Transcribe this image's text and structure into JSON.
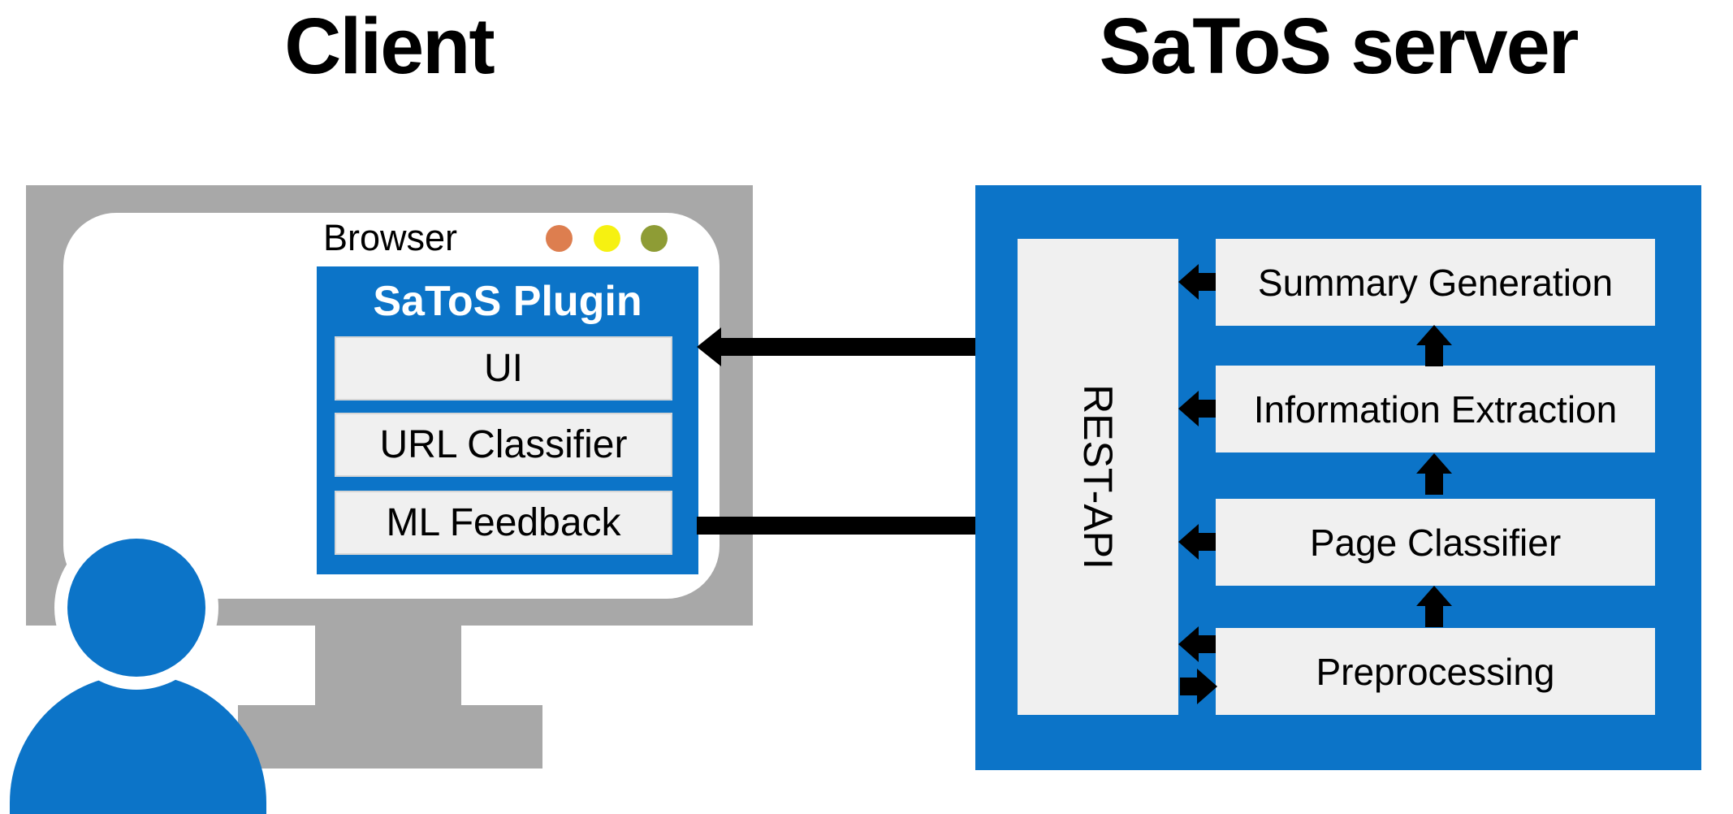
{
  "titles": {
    "client": "Client",
    "server": "SaToS server"
  },
  "client": {
    "browser_label": "Browser",
    "window_dots": [
      {
        "name": "window-control-dot-orange",
        "color": "#DD7E4F"
      },
      {
        "name": "window-control-dot-yellow",
        "color": "#F6F111"
      },
      {
        "name": "window-control-dot-olive",
        "color": "#8E9C35"
      }
    ],
    "plugin": {
      "title": "SaToS Plugin",
      "modules": [
        "UI",
        "URL Classifier",
        "ML Feedback"
      ]
    }
  },
  "server": {
    "api_label": "REST-API",
    "modules": [
      "Summary Generation",
      "Information Extraction",
      "Page Classifier",
      "Preprocessing"
    ]
  },
  "connections": [
    {
      "from": "REST-API",
      "to": "SaToS Plugin",
      "direction": "left"
    },
    {
      "from": "ML Feedback",
      "to": "REST-API",
      "direction": "right"
    },
    {
      "from": "Summary Generation",
      "to": "REST-API",
      "direction": "left"
    },
    {
      "from": "Information Extraction",
      "to": "REST-API",
      "direction": "left"
    },
    {
      "from": "Page Classifier",
      "to": "REST-API",
      "direction": "left"
    },
    {
      "from": "Preprocessing",
      "to": "REST-API",
      "direction": "left"
    },
    {
      "from": "REST-API",
      "to": "Preprocessing",
      "direction": "right"
    },
    {
      "from": "Preprocessing",
      "to": "Page Classifier",
      "direction": "up"
    },
    {
      "from": "Page Classifier",
      "to": "Information Extraction",
      "direction": "up"
    },
    {
      "from": "Information Extraction",
      "to": "Summary Generation",
      "direction": "up"
    }
  ],
  "colors": {
    "blue": "#0C74C8",
    "monitor_gray": "#A8A8A8",
    "box_gray": "#F0F0F0",
    "dot_orange": "#DD7E4F",
    "dot_yellow": "#F6F111",
    "dot_olive": "#8E9C35",
    "arrow_black": "#000000"
  }
}
